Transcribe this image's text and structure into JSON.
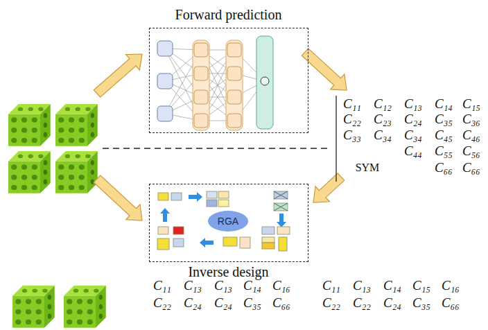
{
  "diagram": {
    "nodes": [
      {
        "text": [
          "Forward prediction"
        ]
      },
      {
        "text": [
          "Inverse design"
        ]
      },
      {
        "text": [
          "RGA"
        ],
        "in": 1
      }
    ],
    "labels": [
      "C₁₁",
      "C₁₂",
      "C₁₃",
      "C₁₄",
      "C₁₅",
      "C₂₂",
      "C₂₃",
      "C₂₄",
      "C₃₅",
      "C₃₆",
      "C₃₃",
      "C₃₄",
      "C₃₄",
      "C₄₅",
      "C₄₆",
      "C₄₄",
      "C₅₅",
      "C₅₆",
      "SYM",
      "C₆₆",
      "C₆₆",
      "C₁₁",
      "C₁₃",
      "C₁₃",
      "C₁₄",
      "C₁₆",
      "C₂₂",
      "C₂₄",
      "C₂₄",
      "C₃₅",
      "C₆₆",
      "C₁₁",
      "C₁₃",
      "C₁₄",
      "C₁₅",
      "C₁₆",
      "C₂₂",
      "C₂₂",
      "C₂₄",
      "C₃₅",
      "C₆₆"
    ]
  }
}
